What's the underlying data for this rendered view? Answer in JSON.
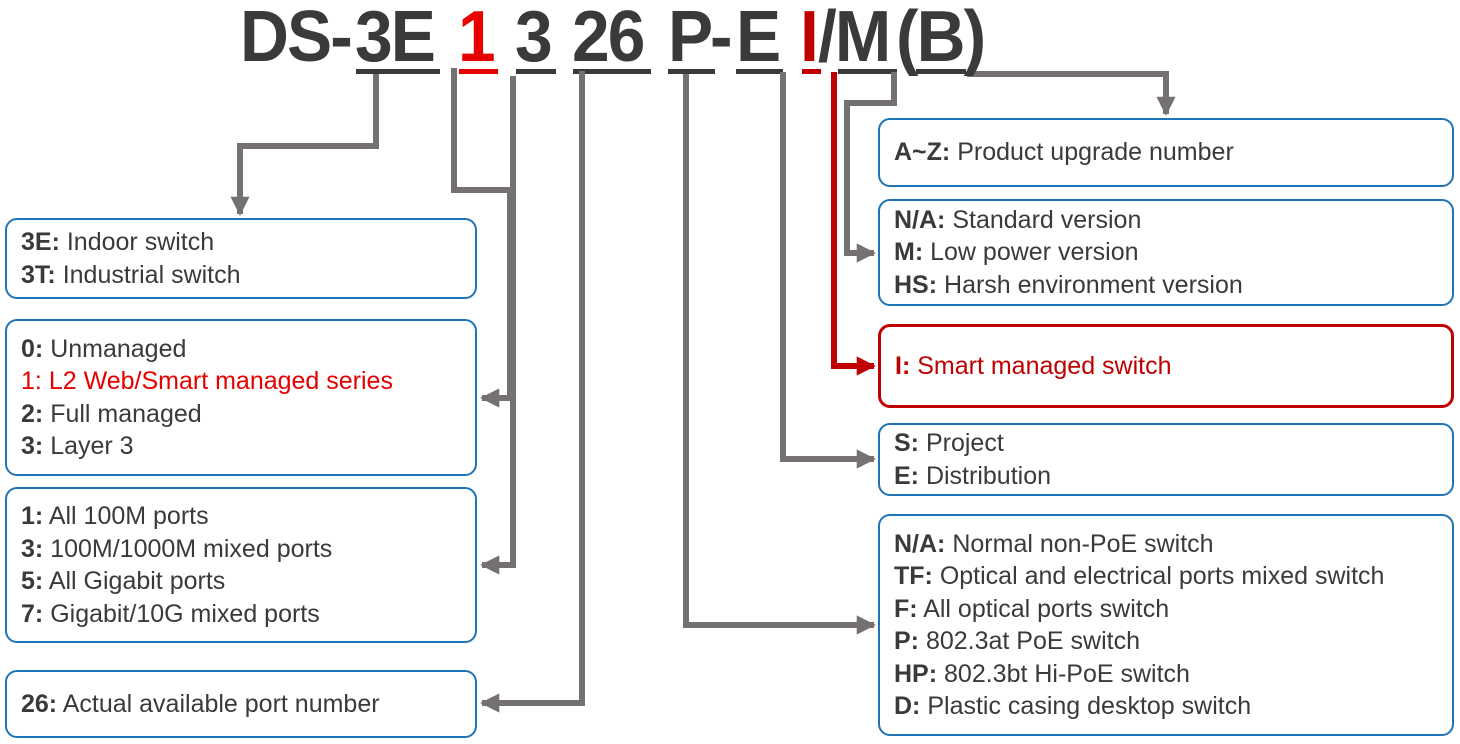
{
  "title": {
    "segments": [
      {
        "text": "DS-",
        "color": "dark"
      },
      {
        "text": "3E",
        "color": "dark"
      },
      {
        "text": "1",
        "color": "red"
      },
      {
        "text": "3",
        "color": "dark"
      },
      {
        "text": "26",
        "color": "dark"
      },
      {
        "text": "P",
        "color": "dark"
      },
      {
        "text": "-",
        "color": "dark"
      },
      {
        "text": "E",
        "color": "dark"
      },
      {
        "text": "I",
        "color": "darkred"
      },
      {
        "text": "/M",
        "color": "dark"
      },
      {
        "text": "(B)",
        "color": "dark"
      }
    ]
  },
  "colors": {
    "text": "#3a3a3a",
    "accent_red": "#e60000",
    "highlight_red": "#c00000",
    "box_border": "#1f74b5",
    "connector": "#767171"
  },
  "left_boxes": [
    {
      "id": "series",
      "lines": [
        {
          "key": "3E:",
          "desc": "Indoor switch"
        },
        {
          "key": "3T:",
          "desc": "Industrial switch"
        }
      ]
    },
    {
      "id": "management",
      "lines": [
        {
          "key": "0:",
          "desc": "Unmanaged"
        },
        {
          "key": "1:",
          "desc": "L2 Web/Smart managed series",
          "highlight": true
        },
        {
          "key": "2:",
          "desc": "Full managed"
        },
        {
          "key": "3:",
          "desc": "Layer 3"
        }
      ]
    },
    {
      "id": "port-speed",
      "lines": [
        {
          "key": "1:",
          "desc": "All 100M ports"
        },
        {
          "key": "3:",
          "desc": "100M/1000M mixed ports"
        },
        {
          "key": "5:",
          "desc": "All Gigabit ports"
        },
        {
          "key": "7:",
          "desc": "Gigabit/10G mixed ports"
        }
      ]
    },
    {
      "id": "port-number",
      "lines": [
        {
          "key": "26:",
          "desc": "Actual available port number"
        }
      ]
    }
  ],
  "right_boxes": [
    {
      "id": "upgrade",
      "lines": [
        {
          "key": "A~Z:",
          "desc": "Product upgrade number"
        }
      ]
    },
    {
      "id": "version",
      "lines": [
        {
          "key": "N/A:",
          "desc": "Standard version"
        },
        {
          "key": "M:",
          "desc": "Low power version"
        },
        {
          "key": "HS:",
          "desc": "Harsh environment version"
        }
      ]
    },
    {
      "id": "smart",
      "highlight": true,
      "lines": [
        {
          "key": "I:",
          "desc": "Smart managed switch"
        }
      ]
    },
    {
      "id": "channel",
      "lines": [
        {
          "key": "S:",
          "desc": "Project"
        },
        {
          "key": "E:",
          "desc": "Distribution"
        }
      ]
    },
    {
      "id": "poe",
      "lines": [
        {
          "key": "N/A:",
          "desc": "Normal non-PoE switch"
        },
        {
          "key": "TF:",
          "desc": "Optical and electrical ports mixed switch"
        },
        {
          "key": "F:",
          "desc": "All optical ports switch"
        },
        {
          "key": "P:",
          "desc": "802.3at PoE switch"
        },
        {
          "key": "HP:",
          "desc": "802.3bt Hi-PoE switch"
        },
        {
          "key": "D:",
          "desc": "Plastic casing desktop switch"
        }
      ]
    }
  ]
}
